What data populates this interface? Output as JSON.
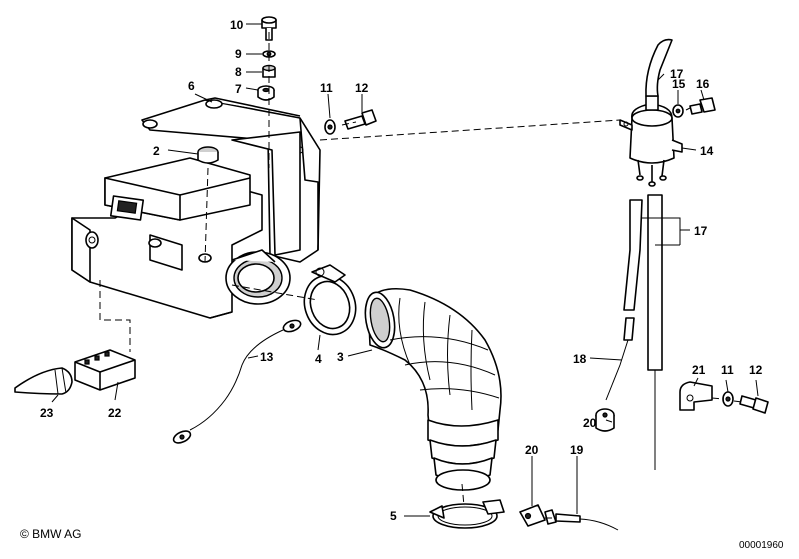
{
  "diagram": {
    "callouts": [
      {
        "id": "10",
        "text": "10"
      },
      {
        "id": "9",
        "text": "9"
      },
      {
        "id": "8",
        "text": "8"
      },
      {
        "id": "7",
        "text": "7"
      },
      {
        "id": "6",
        "text": "6"
      },
      {
        "id": "11a",
        "text": "11"
      },
      {
        "id": "12a",
        "text": "12"
      },
      {
        "id": "2",
        "text": "2"
      },
      {
        "id": "17a",
        "text": "17"
      },
      {
        "id": "15",
        "text": "15"
      },
      {
        "id": "16",
        "text": "16"
      },
      {
        "id": "14",
        "text": "14"
      },
      {
        "id": "17b",
        "text": "17"
      },
      {
        "id": "13",
        "text": "13"
      },
      {
        "id": "4",
        "text": "4"
      },
      {
        "id": "3",
        "text": "3"
      },
      {
        "id": "18",
        "text": "18"
      },
      {
        "id": "21",
        "text": "21"
      },
      {
        "id": "11b",
        "text": "11"
      },
      {
        "id": "12b",
        "text": "12"
      },
      {
        "id": "23",
        "text": "23"
      },
      {
        "id": "22",
        "text": "22"
      },
      {
        "id": "20a",
        "text": "20"
      },
      {
        "id": "20b",
        "text": "20"
      },
      {
        "id": "19",
        "text": "19"
      },
      {
        "id": "5",
        "text": "5"
      }
    ],
    "copyright": "© BMW AG",
    "document_number": "00001960"
  }
}
